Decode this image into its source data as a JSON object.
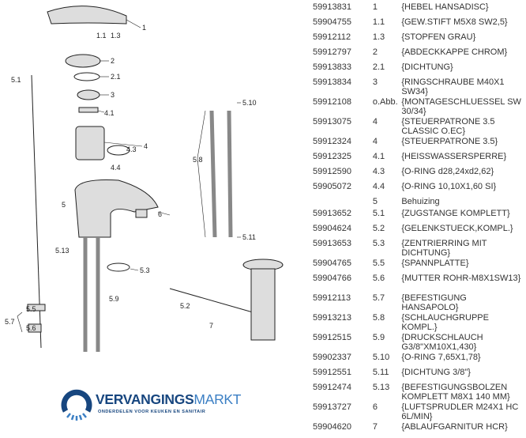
{
  "diagram": {
    "labels": [
      "1",
      "1.1",
      "1.3",
      "2",
      "2.1",
      "3",
      "4.1",
      "4",
      "4.3",
      "4.4",
      "5.1",
      "5",
      "6",
      "5.13",
      "5.3",
      "5.9",
      "5.5",
      "5.6",
      "5.7",
      "5.8",
      "5.10",
      "5.11",
      "5.2",
      "7"
    ]
  },
  "parts": [
    {
      "pn": "59913831",
      "pos": "1",
      "desc": "{HEBEL HANSADISC}"
    },
    {
      "pn": "59904755",
      "pos": "1.1",
      "desc": "{GEW.STIFT M5X8 SW2,5}"
    },
    {
      "pn": "59912112",
      "pos": "1.3",
      "desc": "{STOPFEN GRAU}"
    },
    {
      "pn": "59912797",
      "pos": "2",
      "desc": "{ABDECKKAPPE CHROM}"
    },
    {
      "pn": "59913833",
      "pos": "2.1",
      "desc": "{DICHTUNG}"
    },
    {
      "pn": "59913834",
      "pos": "3",
      "desc": "{RINGSCHRAUBE M40X1 SW34}"
    },
    {
      "pn": "59912108",
      "pos": "o.Abb.",
      "desc": "{MONTAGESCHLUESSEL SW 30/34}"
    },
    {
      "pn": "59913075",
      "pos": "4",
      "desc": "{STEUERPATRONE 3.5 CLASSIC O.EC}"
    },
    {
      "pn": "59912324",
      "pos": "4",
      "desc": "{STEUERPATRONE 3.5}"
    },
    {
      "pn": "59912325",
      "pos": "4.1",
      "desc": "{HEISSWASSERSPERRE}"
    },
    {
      "pn": "59912590",
      "pos": "4.3",
      "desc": "{O-RING d28,24xd2,62}"
    },
    {
      "pn": "59905072",
      "pos": "4.4",
      "desc": "{O-RING 10,10X1,60 SI}"
    },
    {
      "pn": "",
      "pos": "5",
      "desc": "Behuizing"
    },
    {
      "pn": "59913652",
      "pos": "5.1",
      "desc": "{ZUGSTANGE KOMPLETT}"
    },
    {
      "pn": "59904624",
      "pos": "5.2",
      "desc": "{GELENKSTUECK,KOMPL.}"
    },
    {
      "pn": "59913653",
      "pos": "5.3",
      "desc": "{ZENTRIERRING MIT DICHTUNG}"
    },
    {
      "pn": "59904765",
      "pos": "5.5",
      "desc": "{SPANNPLATTE}"
    },
    {
      "pn": "59904766",
      "pos": "5.6",
      "desc": "{MUTTER ROHR-M8X1SW13}"
    },
    {
      "pn": "59912113",
      "pos": "5.7",
      "desc": "{BEFESTIGUNG HANSAPOLO}"
    },
    {
      "pn": "59913213",
      "pos": "5.8",
      "desc": "{SCHLAUCHGRUPPE KOMPL.}"
    },
    {
      "pn": "59912515",
      "pos": "5.9",
      "desc": "{DRUCKSCHLAUCH G3/8\"XM10X1,430}"
    },
    {
      "pn": "59902337",
      "pos": "5.10",
      "desc": "{O-RING 7,65X1,78}"
    },
    {
      "pn": "59912551",
      "pos": "5.11",
      "desc": "{DICHTUNG 3/8\"}"
    },
    {
      "pn": "59912474",
      "pos": "5.13",
      "desc": "{BEFESTIGUNGSBOLZEN KOMPLETT M8X1 140 MM}"
    },
    {
      "pn": "59913727",
      "pos": "6",
      "desc": "{LUFTSPRUDLER M24X1 HC 6L/MIN}"
    },
    {
      "pn": "59904620",
      "pos": "7",
      "desc": "{ABLAUFGARNITUR HCR}"
    }
  ],
  "logo": {
    "brand_bold": "VERVANGINGS",
    "brand_light": "MARKT",
    "tagline": "ONDERDELEN VOOR KEUKEN EN SANITAIR"
  }
}
